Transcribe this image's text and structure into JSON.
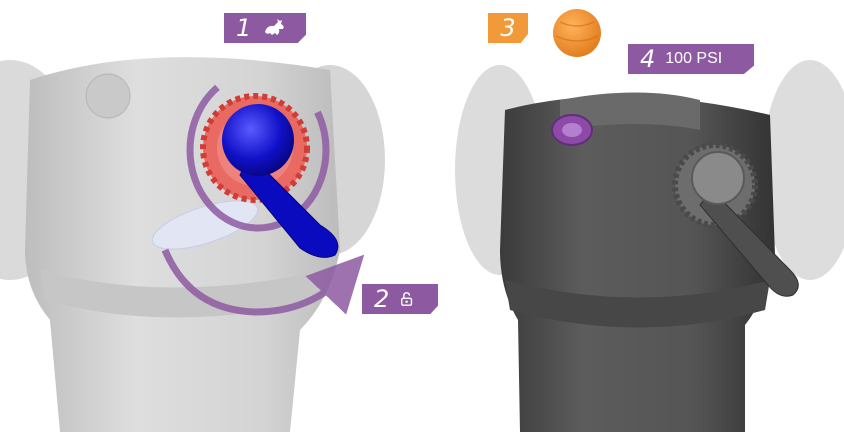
{
  "steps": [
    {
      "number": "1",
      "icon": "rabbit-icon"
    },
    {
      "number": "2",
      "icon": "unlock-icon"
    },
    {
      "number": "3",
      "icon": "orange-ball-icon"
    },
    {
      "number": "4",
      "text": "100 PSI"
    }
  ],
  "colors": {
    "step_tag": "#8d5aa1",
    "step_tag_orange": "#f29a3a",
    "knob_blue": "#1010c8",
    "dial_red": "#e04b45",
    "rotation_arrow": "#8d5aa1",
    "valve_purple": "#8d4aa8",
    "body_light": "#d2d2d2",
    "body_dark": "#4a4a4a"
  }
}
